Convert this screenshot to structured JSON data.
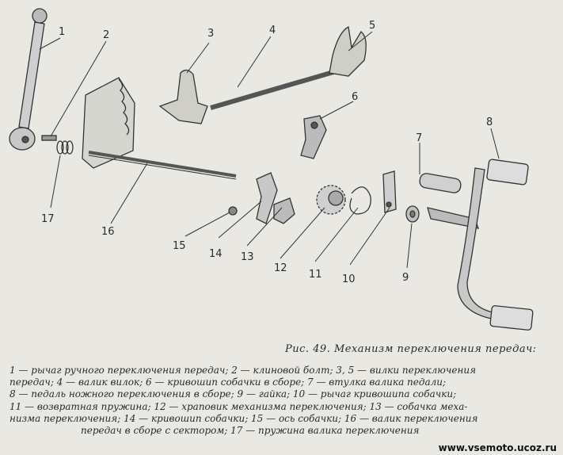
{
  "figure": {
    "callouts": [
      "1",
      "2",
      "3",
      "4",
      "5",
      "6",
      "7",
      "8",
      "9",
      "10",
      "11",
      "12",
      "13",
      "14",
      "15",
      "16",
      "17"
    ]
  },
  "caption": "Рис. 49. Механизм переключения передач:",
  "legend_lines": [
    "1 — рычаг ручного переключения передач; 2 — клиновой болт; 3, 5 — вилки переключения",
    "передач; 4 — валик вилок; 6 — кривошип собачки в сборе; 7 — втулка валика педали;",
    "8 — педаль ножного переключения в сборе; 9 — гайка; 10 — рычаг кривошипа собачки;",
    "11 — возвратная пружина; 12 — храповик механизма переключения; 13 — собачка меха-",
    "низма переключения; 14 — кривошип собачки; 15 — ось собачки; 16 — валик переключения",
    "передач в сборе с сектором; 17 — пружина валика переключения"
  ],
  "watermark": "www.vsemoto.ucoz.ru"
}
